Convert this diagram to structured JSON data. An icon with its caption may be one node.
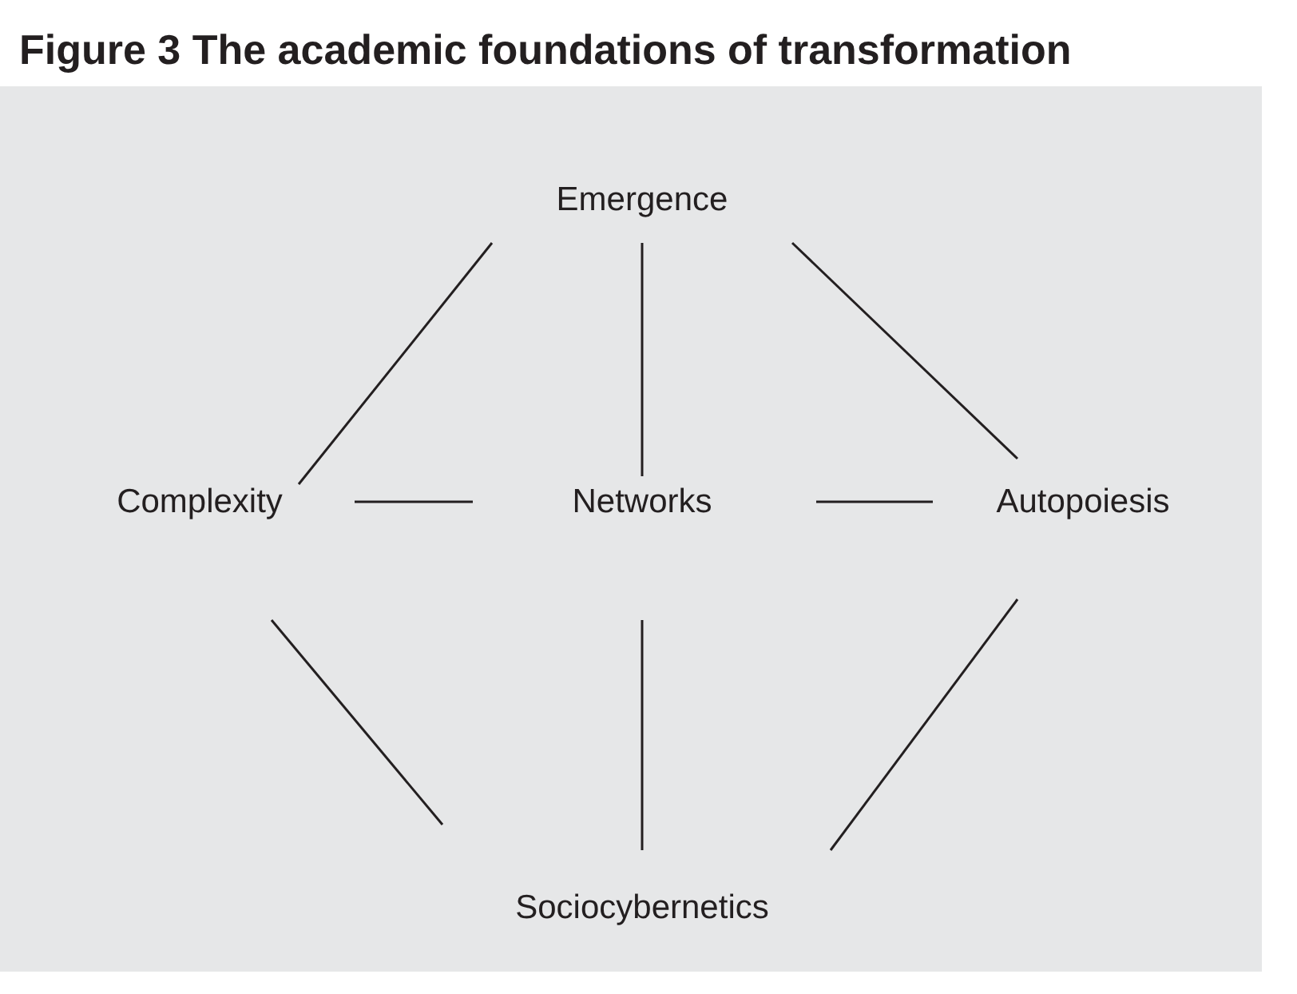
{
  "diagram": {
    "title": "Figure 3  The academic foundations of transformation",
    "nodes": [
      {
        "text": [
          "Emergence"
        ]
      },
      {
        "text": [
          "Complexity"
        ]
      },
      {
        "text": [
          "Networks"
        ]
      },
      {
        "text": [
          "Autopoiesis"
        ]
      },
      {
        "text": [
          "Sociocybernetics"
        ]
      }
    ],
    "edges": [
      {
        "from": 0,
        "to": 1,
        "arrow": "none"
      },
      {
        "from": 0,
        "to": 2,
        "arrow": "none"
      },
      {
        "from": 0,
        "to": 3,
        "arrow": "none"
      },
      {
        "from": 1,
        "to": 2,
        "arrow": "none"
      },
      {
        "from": 2,
        "to": 3,
        "arrow": "none"
      },
      {
        "from": 1,
        "to": 4,
        "arrow": "none"
      },
      {
        "from": 2,
        "to": 4,
        "arrow": "none"
      },
      {
        "from": 3,
        "to": 4,
        "arrow": "none"
      }
    ]
  }
}
